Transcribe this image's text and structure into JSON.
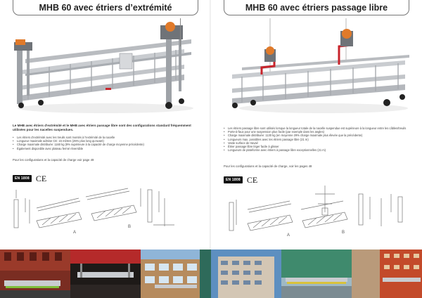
{
  "left_page": {
    "title": "MHB 60 avec étriers d’extrémité",
    "intro": "Le MHB avec étriers d’extrémité et le MHB avec étriers passage libre sont des configurations standard fréquemment utilisées pour les nacelles suspendues.",
    "bullets": [
      "Les étriers d’extrémité avec les treuils sont montés à l’extrémité de la nacelle",
      "Longueur maximale admise CE: 15 mètres (25% plus long qu’avant)",
      "Charge maximale distribuée: 1160 kg (9% supérieure à la capacité de charge moyenne précédente)",
      "Également disponible avec plateau fermé réversible"
    ],
    "note": "Pour les configurations et la capacité de charge voir page 49",
    "badge": "EN 1808",
    "ce": "CE"
  },
  "right_page": {
    "title": "MHB 60 avec étriers passage libre",
    "bullets": [
      "Les étriers passage libre sont utilisés lorsque la longueur totale de la nacelle suspendue est supérieure à la longueur entre les câbles/treuils",
      "Porte-à-faux pour une suspension plus facile (par exemple dans les angles)",
      "Charge maximale distribuée: 1130 kg (en moyenne 29% charge maximale plus élevée que la précédente)",
      "Longueurs max. possibles avec les étriers passage libre (21 m)",
      "Vaste surface de travail",
      "Étrier passage libre léger facile à glisser",
      "Longueurs de plateforme avec étriers à passage libre exceptionnelles (21 m)"
    ],
    "note": "Pour les configurations et la capacité de charge, voir les pages 48",
    "badge": "EN 1808",
    "ce": "CE"
  },
  "diagram_labels": {
    "left_a": "A",
    "left_b": "B",
    "right_a": "A",
    "right_b": "B"
  },
  "colors": {
    "accent_red": "#c8242b",
    "aluminium": "#b9bcc0",
    "motor_orange": "#e07a2a"
  }
}
